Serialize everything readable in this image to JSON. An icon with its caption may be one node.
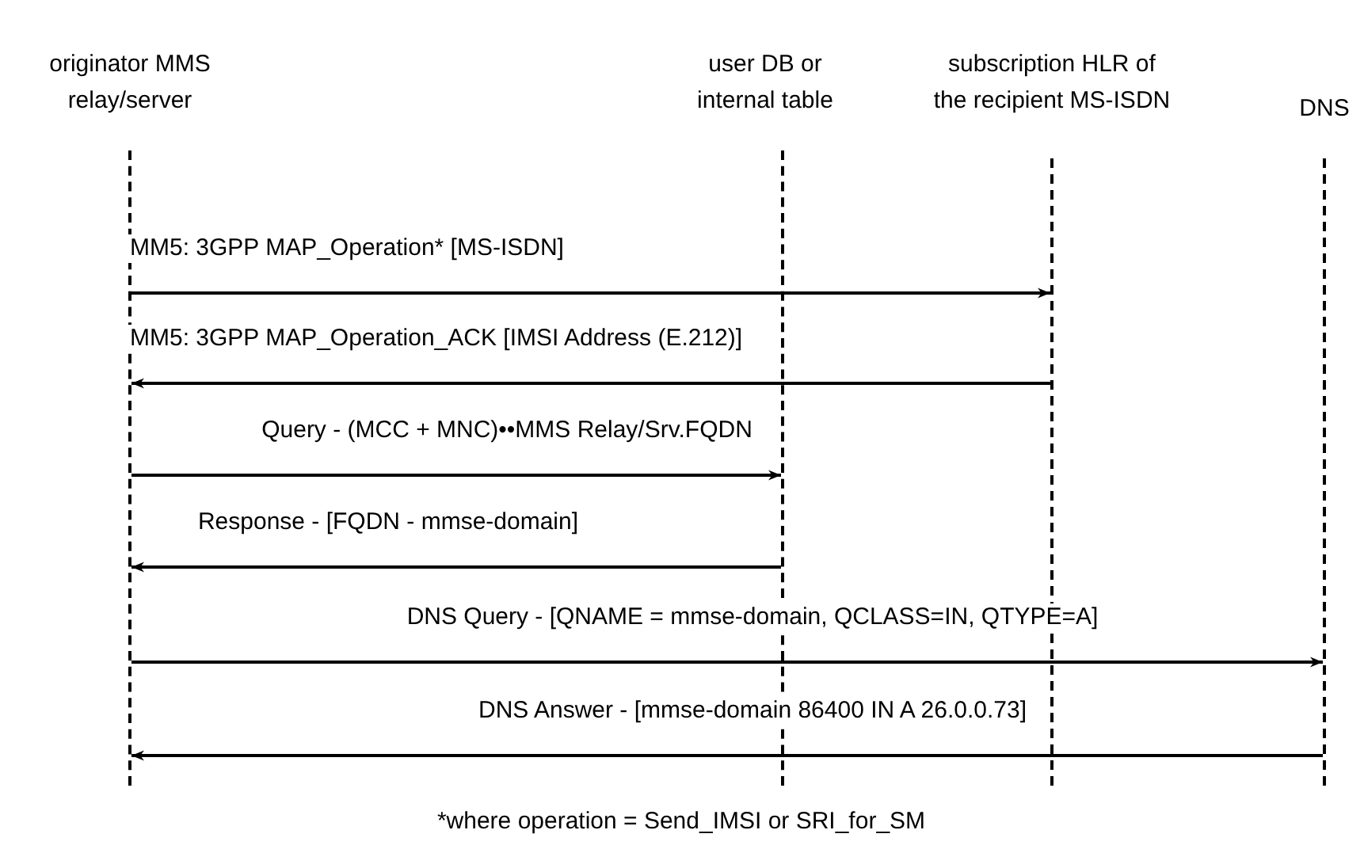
{
  "diagram": {
    "nodes": [
      {
        "text": [
          "originator MMS relay/server"
        ]
      },
      {
        "text": [
          "user DB or internal table"
        ]
      },
      {
        "text": [
          "subscription HLR of the recipient MS-ISDN"
        ]
      },
      {
        "text": [
          "DNS"
        ]
      },
      {
        "text": [],
        "shape": "bar"
      },
      {
        "text": [],
        "shape": "bar"
      },
      {
        "text": [],
        "shape": "bar"
      },
      {
        "text": [],
        "shape": "bar"
      }
    ],
    "edges": [
      {
        "from": 4,
        "to": 6,
        "arrow": "to",
        "label": "MM5: 3GPP MAP_Operation* [MS-ISDN]"
      },
      {
        "from": 6,
        "to": 4,
        "arrow": "to",
        "label": "MM5: 3GPP MAP_Operation_ACK [IMSI Address (E.212)]"
      },
      {
        "from": 4,
        "to": 5,
        "arrow": "to",
        "label": "Query - (MCC + MNC)••MMS Relay/Srv.FQDN"
      },
      {
        "from": 5,
        "to": 4,
        "arrow": "to",
        "label": "Response - [FQDN - mmse-domain]"
      },
      {
        "from": 4,
        "to": 7,
        "arrow": "to",
        "label": "DNS Query - [QNAME = mmse-domain, QCLASS=IN, QTYPE=A]"
      },
      {
        "from": 7,
        "to": 4,
        "arrow": "to",
        "label": "DNS Answer - [mmse-domain 86400 IN A 26.0.0.73]"
      }
    ],
    "labels": [
      "*where operation = Send_IMSI or SRI_for_SM"
    ]
  }
}
